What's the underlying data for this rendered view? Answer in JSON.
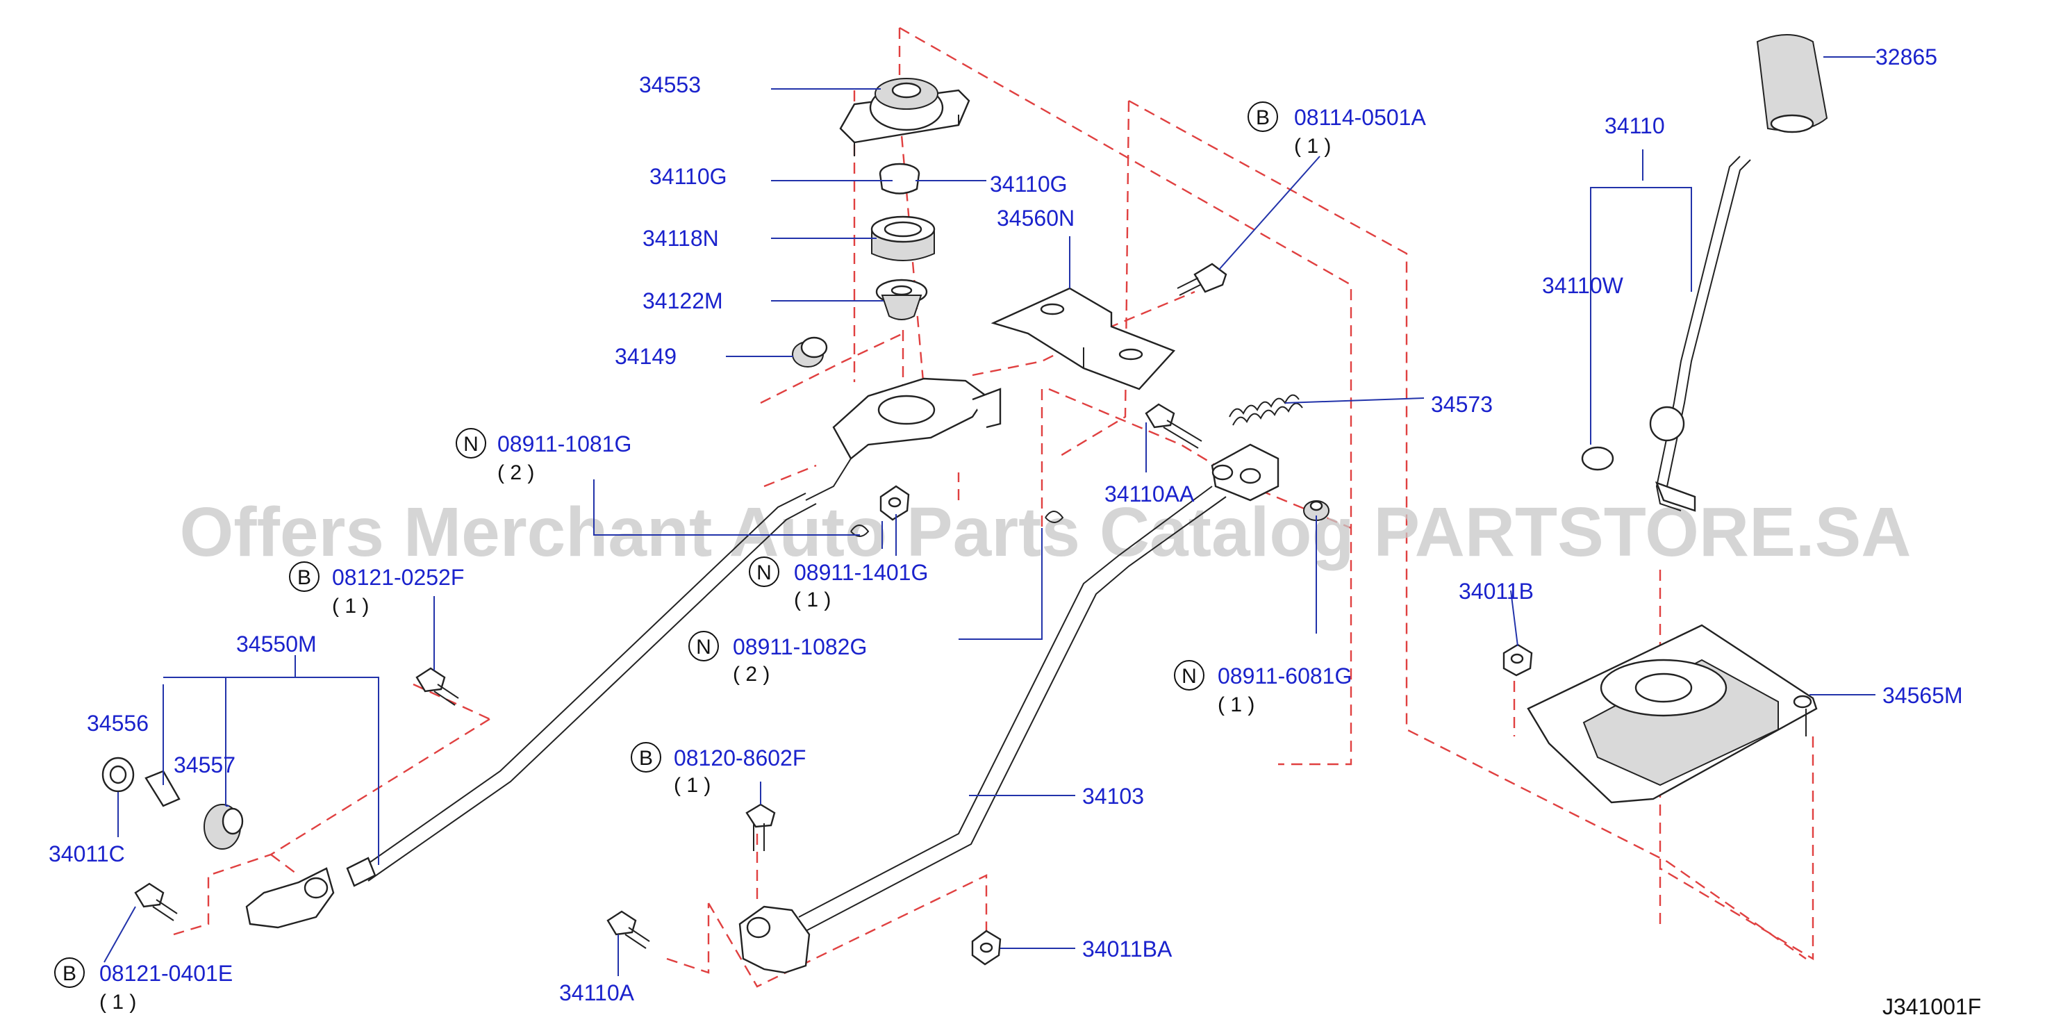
{
  "watermark": "Offers Merchant Auto Parts Catalog PARTSTORE.SA",
  "diagram_code": "J341001F",
  "labels": {
    "p32865": "32865",
    "p34110": "34110",
    "p34110W": "34110W",
    "p34553": "34553",
    "p34110G_a": "34110G",
    "p34110G_b": "34110G",
    "p34118N": "34118N",
    "p34122M": "34122M",
    "p34149": "34149",
    "p34560N": "34560N",
    "p34573": "34573",
    "p34110AA": "34110AA",
    "p34011B": "34011B",
    "p34565M": "34565M",
    "p34550M": "34550M",
    "p34556": "34556",
    "p34557": "34557",
    "p34011C": "34011C",
    "p34103": "34103",
    "p34110A": "34110A",
    "p34011BA": "34011BA"
  },
  "callouts": {
    "b1": {
      "prefix": "B",
      "part": "08114-0501A",
      "qty": "( 1 )"
    },
    "n1": {
      "prefix": "N",
      "part": "08911-1081G",
      "qty": "( 2 )"
    },
    "n2": {
      "prefix": "N",
      "part": "08911-1401G",
      "qty": "( 1 )"
    },
    "b2": {
      "prefix": "B",
      "part": "08121-0252F",
      "qty": "( 1 )"
    },
    "n3": {
      "prefix": "N",
      "part": "08911-1082G",
      "qty": "( 2 )"
    },
    "n4": {
      "prefix": "N",
      "part": "08911-6081G",
      "qty": "( 1 )"
    },
    "b3": {
      "prefix": "B",
      "part": "08120-8602F",
      "qty": "( 1 )"
    },
    "b4": {
      "prefix": "B",
      "part": "08121-0401E",
      "qty": "( 1 )"
    }
  },
  "colors": {
    "label": "#1a22cc",
    "leader": "#2233aa",
    "phantom_line": "#e04040",
    "part_outline": "#222222",
    "watermark": "#c8c8c8"
  }
}
